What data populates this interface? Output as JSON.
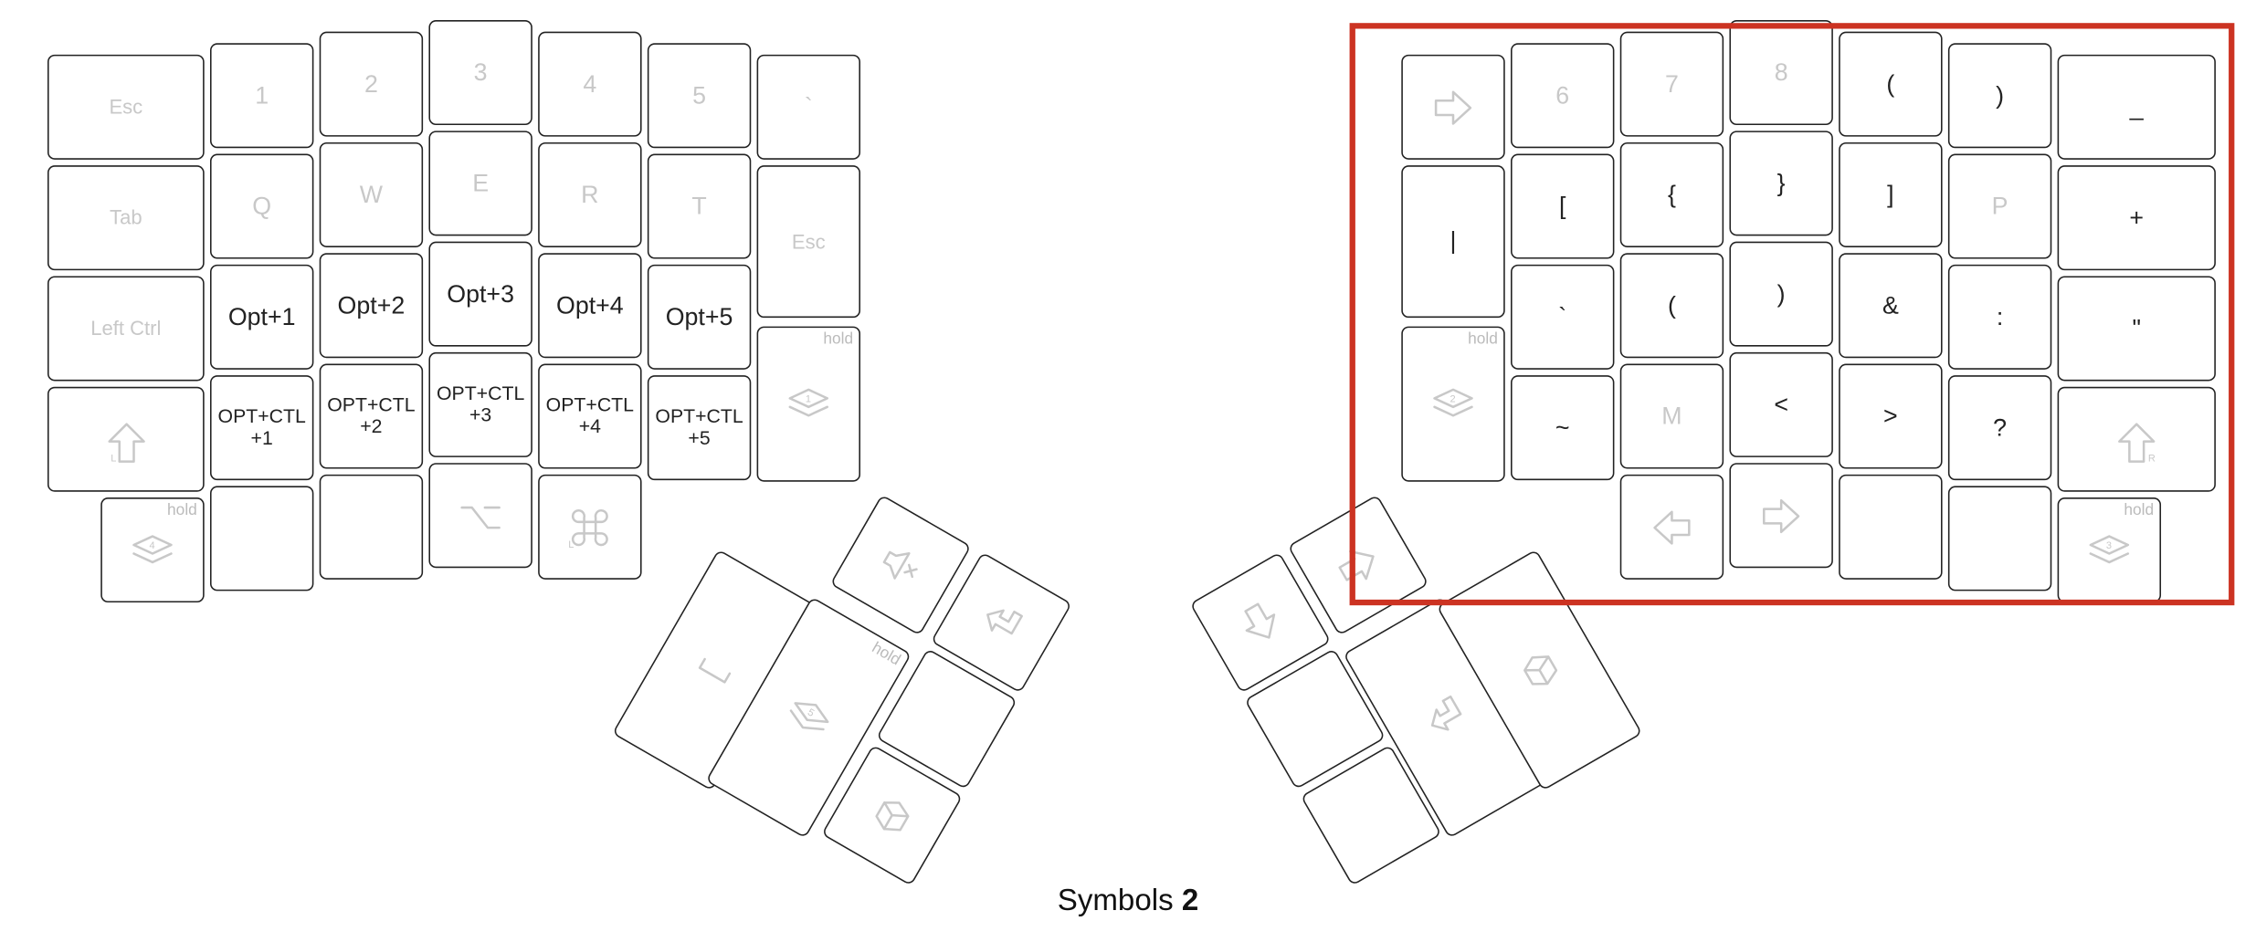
{
  "layer": {
    "name": "Symbols",
    "number": "2"
  },
  "hold_text": "hold",
  "colors": {
    "key_border": "#222222",
    "legend": "#222222",
    "transparent_legend": "#c8c8c8",
    "selection_highlight": "#cc3322"
  },
  "left_hand": [
    {
      "row": 1,
      "keys": [
        {
          "label": "Esc",
          "transparent": true
        },
        {
          "label": "1",
          "transparent": true
        },
        {
          "label": "2",
          "transparent": true
        },
        {
          "label": "3",
          "transparent": true
        },
        {
          "label": "4",
          "transparent": true
        },
        {
          "label": "5",
          "transparent": true
        },
        {
          "label": "`",
          "transparent": true
        }
      ]
    },
    {
      "row": 2,
      "keys": [
        {
          "label": "Tab",
          "transparent": true
        },
        {
          "label": "Q",
          "transparent": true
        },
        {
          "label": "W",
          "transparent": true
        },
        {
          "label": "E",
          "transparent": true
        },
        {
          "label": "R",
          "transparent": true
        },
        {
          "label": "T",
          "transparent": true
        },
        {
          "label": "Esc",
          "transparent": true
        }
      ]
    },
    {
      "row": 3,
      "keys": [
        {
          "label": "Left Ctrl",
          "transparent": true
        },
        {
          "label": "Opt+1"
        },
        {
          "label": "Opt+2"
        },
        {
          "label": "Opt+3"
        },
        {
          "label": "Opt+4"
        },
        {
          "label": "Opt+5"
        },
        {
          "icon": "layer-1-icon",
          "layer": "1",
          "hold": true
        }
      ]
    },
    {
      "row": 4,
      "keys": [
        {
          "icon": "left-shift-icon",
          "sub": "L"
        },
        {
          "label": "OPT+CTL\n+1"
        },
        {
          "label": "OPT+CTL\n+2"
        },
        {
          "label": "OPT+CTL\n+3"
        },
        {
          "label": "OPT+CTL\n+4"
        },
        {
          "label": "OPT+CTL\n+5"
        }
      ]
    },
    {
      "row": 5,
      "keys": [
        {
          "icon": "layer-4-icon",
          "layer": "4",
          "hold": true
        },
        {
          "label": ""
        },
        {
          "label": ""
        },
        {
          "icon": "option-icon"
        },
        {
          "icon": "command-icon",
          "sub": "L"
        }
      ]
    }
  ],
  "left_thumb": [
    {
      "icon": "space-icon"
    },
    {
      "icon": "mute-icon"
    },
    {
      "icon": "layer-5-icon",
      "layer": "5",
      "hold": true
    },
    {
      "icon": "enter-icon"
    },
    {
      "label": ""
    },
    {
      "icon": "cube-icon"
    }
  ],
  "right_hand": [
    {
      "row": 1,
      "keys": [
        {
          "icon": "arrow-right-icon"
        },
        {
          "label": "6",
          "transparent": true
        },
        {
          "label": "7",
          "transparent": true
        },
        {
          "label": "8",
          "transparent": true
        },
        {
          "label": "("
        },
        {
          "label": ")"
        },
        {
          "label": "_"
        }
      ]
    },
    {
      "row": 2,
      "keys": [
        {
          "label": "|"
        },
        {
          "label": "["
        },
        {
          "label": "{"
        },
        {
          "label": "}"
        },
        {
          "label": "]"
        },
        {
          "label": "P",
          "transparent": true
        },
        {
          "label": "+"
        }
      ]
    },
    {
      "row": 3,
      "keys": [
        {
          "label": "`"
        },
        {
          "label": "("
        },
        {
          "label": ")"
        },
        {
          "label": "&"
        },
        {
          "label": ":"
        },
        {
          "label": "\""
        }
      ]
    },
    {
      "row": 4,
      "keys": [
        {
          "icon": "layer-2-icon",
          "layer": "2",
          "hold": true
        },
        {
          "label": "~"
        },
        {
          "label": "M",
          "transparent": true
        },
        {
          "label": "<"
        },
        {
          "label": ">"
        },
        {
          "label": "?"
        },
        {
          "icon": "right-shift-icon",
          "sub": "R"
        }
      ]
    },
    {
      "row": 5,
      "keys": [
        {
          "icon": "arrow-left-icon"
        },
        {
          "icon": "arrow-right-icon"
        },
        {
          "label": ""
        },
        {
          "label": ""
        },
        {
          "icon": "layer-3-icon",
          "layer": "3",
          "hold": true
        }
      ]
    }
  ],
  "right_thumb": [
    {
      "icon": "arrow-down-icon"
    },
    {
      "icon": "arrow-right-icon"
    },
    {
      "label": ""
    },
    {
      "icon": "enter-icon"
    },
    {
      "icon": "cube-icon"
    },
    {
      "label": ""
    }
  ]
}
